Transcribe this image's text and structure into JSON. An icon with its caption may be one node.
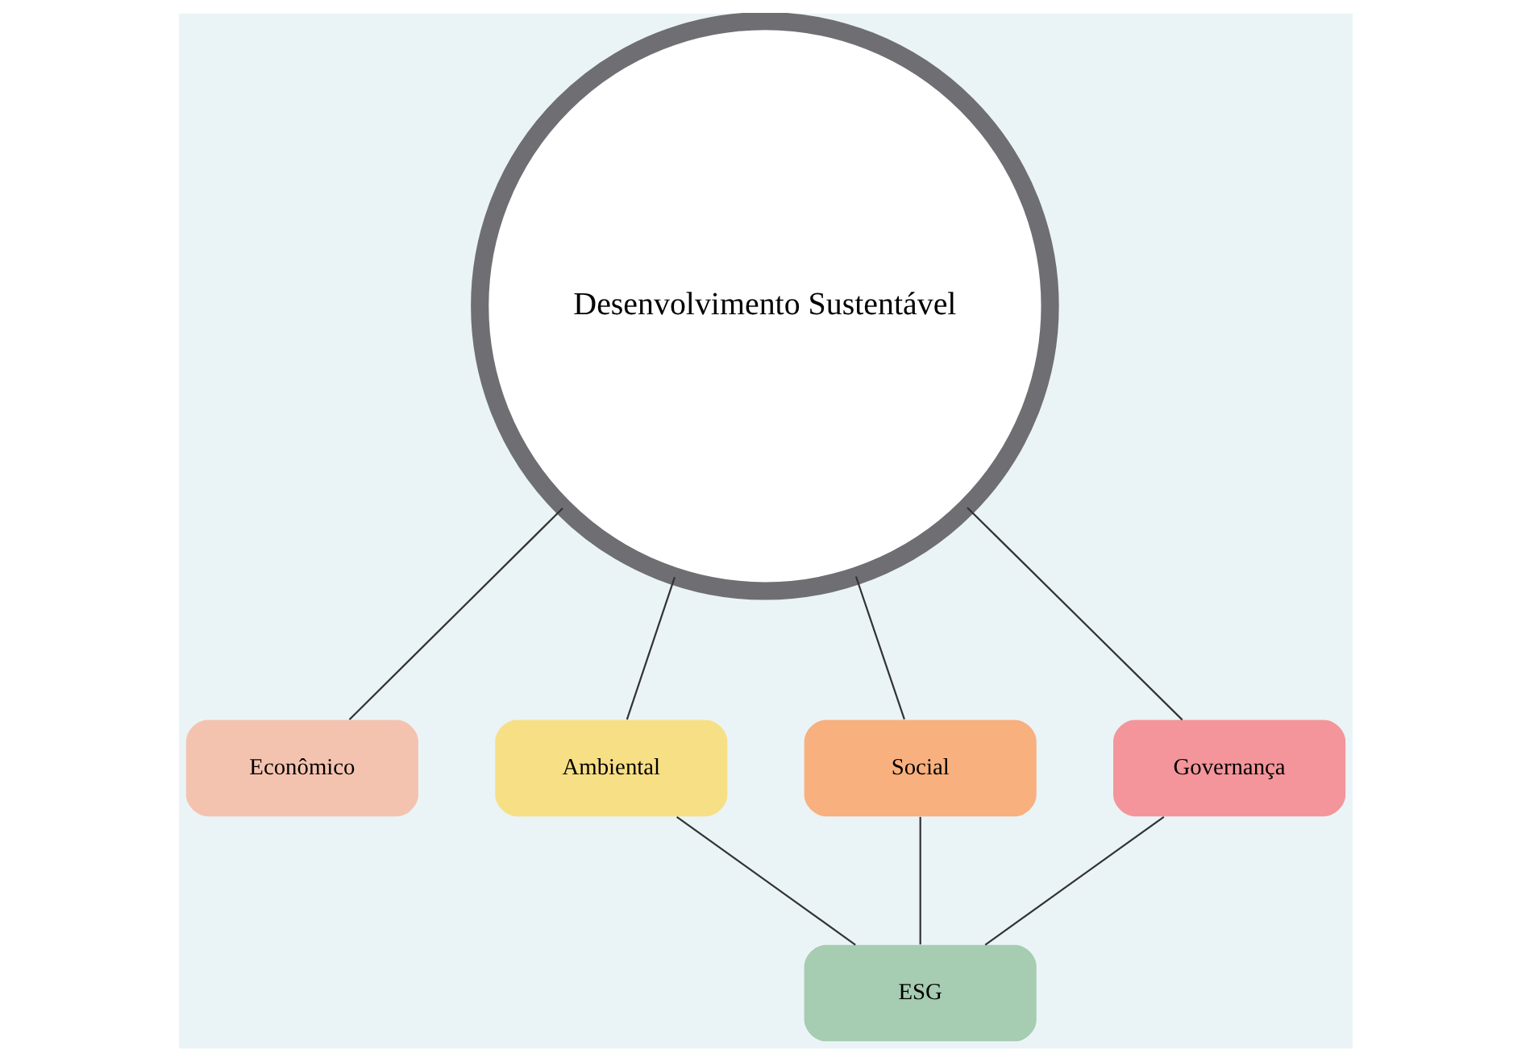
{
  "diagram": {
    "nodes": [
      {
        "text": [
          "Desenvolvimento Sustentável"
        ]
      },
      {
        "text": [
          "Econômico"
        ]
      },
      {
        "text": [
          "Ambiental"
        ]
      },
      {
        "text": [
          "Social"
        ]
      },
      {
        "text": [
          "Governança"
        ]
      },
      {
        "text": [
          "ESG"
        ]
      }
    ],
    "edges": [
      {
        "from": 0,
        "to": 1,
        "arrow": "none"
      },
      {
        "from": 0,
        "to": 2,
        "arrow": "none"
      },
      {
        "from": 0,
        "to": 3,
        "arrow": "none"
      },
      {
        "from": 0,
        "to": 4,
        "arrow": "none"
      },
      {
        "from": 2,
        "to": 5,
        "arrow": "none"
      },
      {
        "from": 3,
        "to": 5,
        "arrow": "none"
      },
      {
        "from": 4,
        "to": 5,
        "arrow": "none"
      }
    ]
  }
}
